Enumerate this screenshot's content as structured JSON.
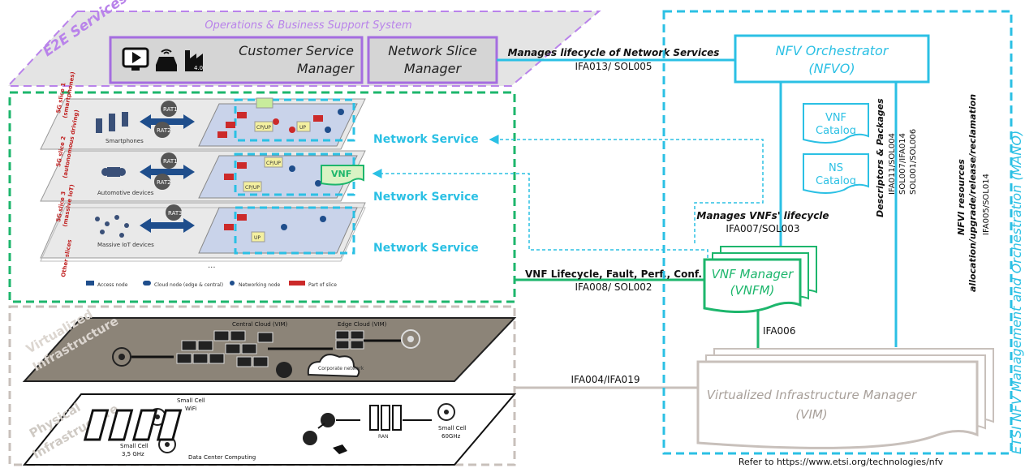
{
  "e2e": {
    "label": "E2E Services",
    "oss_bss_title": "Operations & Business Support System",
    "csm_label_1": "Customer Service",
    "csm_label_2": "Manager",
    "nsm_label_1": "Network Slice",
    "nsm_label_2": "Manager"
  },
  "slices": {
    "slice1_label_1": "5G slice 1",
    "slice1_label_2": "(smartphones)",
    "slice1_device": "Smartphones",
    "slice2_label_1": "5G slice 2",
    "slice2_label_2": "(autonomous driving)",
    "slice2_device": "Automotive devices",
    "slice3_label_1": "5G slice 3",
    "slice3_label_2": "(massive IoT)",
    "slice3_device": "Massive IoT devices",
    "other_slices": "Other slices",
    "rat1": "RAT1",
    "rat2": "RAT2",
    "rat3": "RAT3",
    "cp_up": "CP/UP",
    "up": "UP",
    "vnf": "VNF",
    "ellipsis": "...",
    "legend": [
      "Access node",
      "Cloud node (edge & central)",
      "Networking node",
      "Part of slice"
    ]
  },
  "network_service": [
    "Network Service",
    "Network Service",
    "Network Service"
  ],
  "infra": {
    "virtualized_1": "Virtualized",
    "virtualized_2": "Infrastructure",
    "physical_1": "Physical",
    "physical_2": "Infrastructure",
    "central_cloud": "Central Cloud (VIM)",
    "edge_cloud": "Edge Cloud (VIM)",
    "corporate_network": "Corporate network",
    "small_cell_wifi_1": "Small Cell",
    "small_cell_wifi_2": "WiFi",
    "small_cell_35_1": "Small Cell",
    "small_cell_35_2": "3,5 GHz",
    "small_cell_60_1": "Small Cell",
    "small_cell_60_2": "60GHz",
    "dc_computing": "Data Center Computing",
    "ran_label": "RAN"
  },
  "mano": {
    "title": "ETSI NFV Management and Orchestration (MANO)",
    "nfvo_1": "NFV Orchestrator",
    "nfvo_2": "(NFVO)",
    "vnf_catalog_1": "VNF",
    "vnf_catalog_2": "Catalog",
    "ns_catalog_1": "NS",
    "ns_catalog_2": "Catalog",
    "vnfm_1": "VNF Manager",
    "vnfm_2": "(VNFM)",
    "vim_1": "Virtualized Infrastructure Manager",
    "vim_2": "(VIM)"
  },
  "interfaces": {
    "manages_ns": "Manages lifecycle of Network Services",
    "ifa013": "IFA013/ SOL005",
    "manages_vnf": "Manages VNFs' lifecycle",
    "ifa007": "IFA007/SOL003",
    "vnf_lifecycle": "VNF Lifecycle, Fault, Perf., Conf.",
    "ifa008": "IFA008/ SOL002",
    "ifa006": "IFA006",
    "ifa004": "IFA004/IFA019",
    "descriptors_title": "Descriptors & Packages",
    "descriptors_1": "IFA011/SOL004",
    "descriptors_2": "SOL007/IFA014",
    "descriptors_3": "SOL001/SOL006",
    "nfvi_1": "NFVI resources",
    "nfvi_2": "allocation/upgrade/release/reclamation",
    "nfvi_3": "IFA005/SOL014"
  },
  "footer": {
    "reference": "Refer to https://www.etsi.org/technologies/nfv"
  },
  "colors": {
    "cyan": "#2bc0e4",
    "green": "#1db66c",
    "purple": "#a56de0",
    "gray": "#c8c0bb"
  }
}
